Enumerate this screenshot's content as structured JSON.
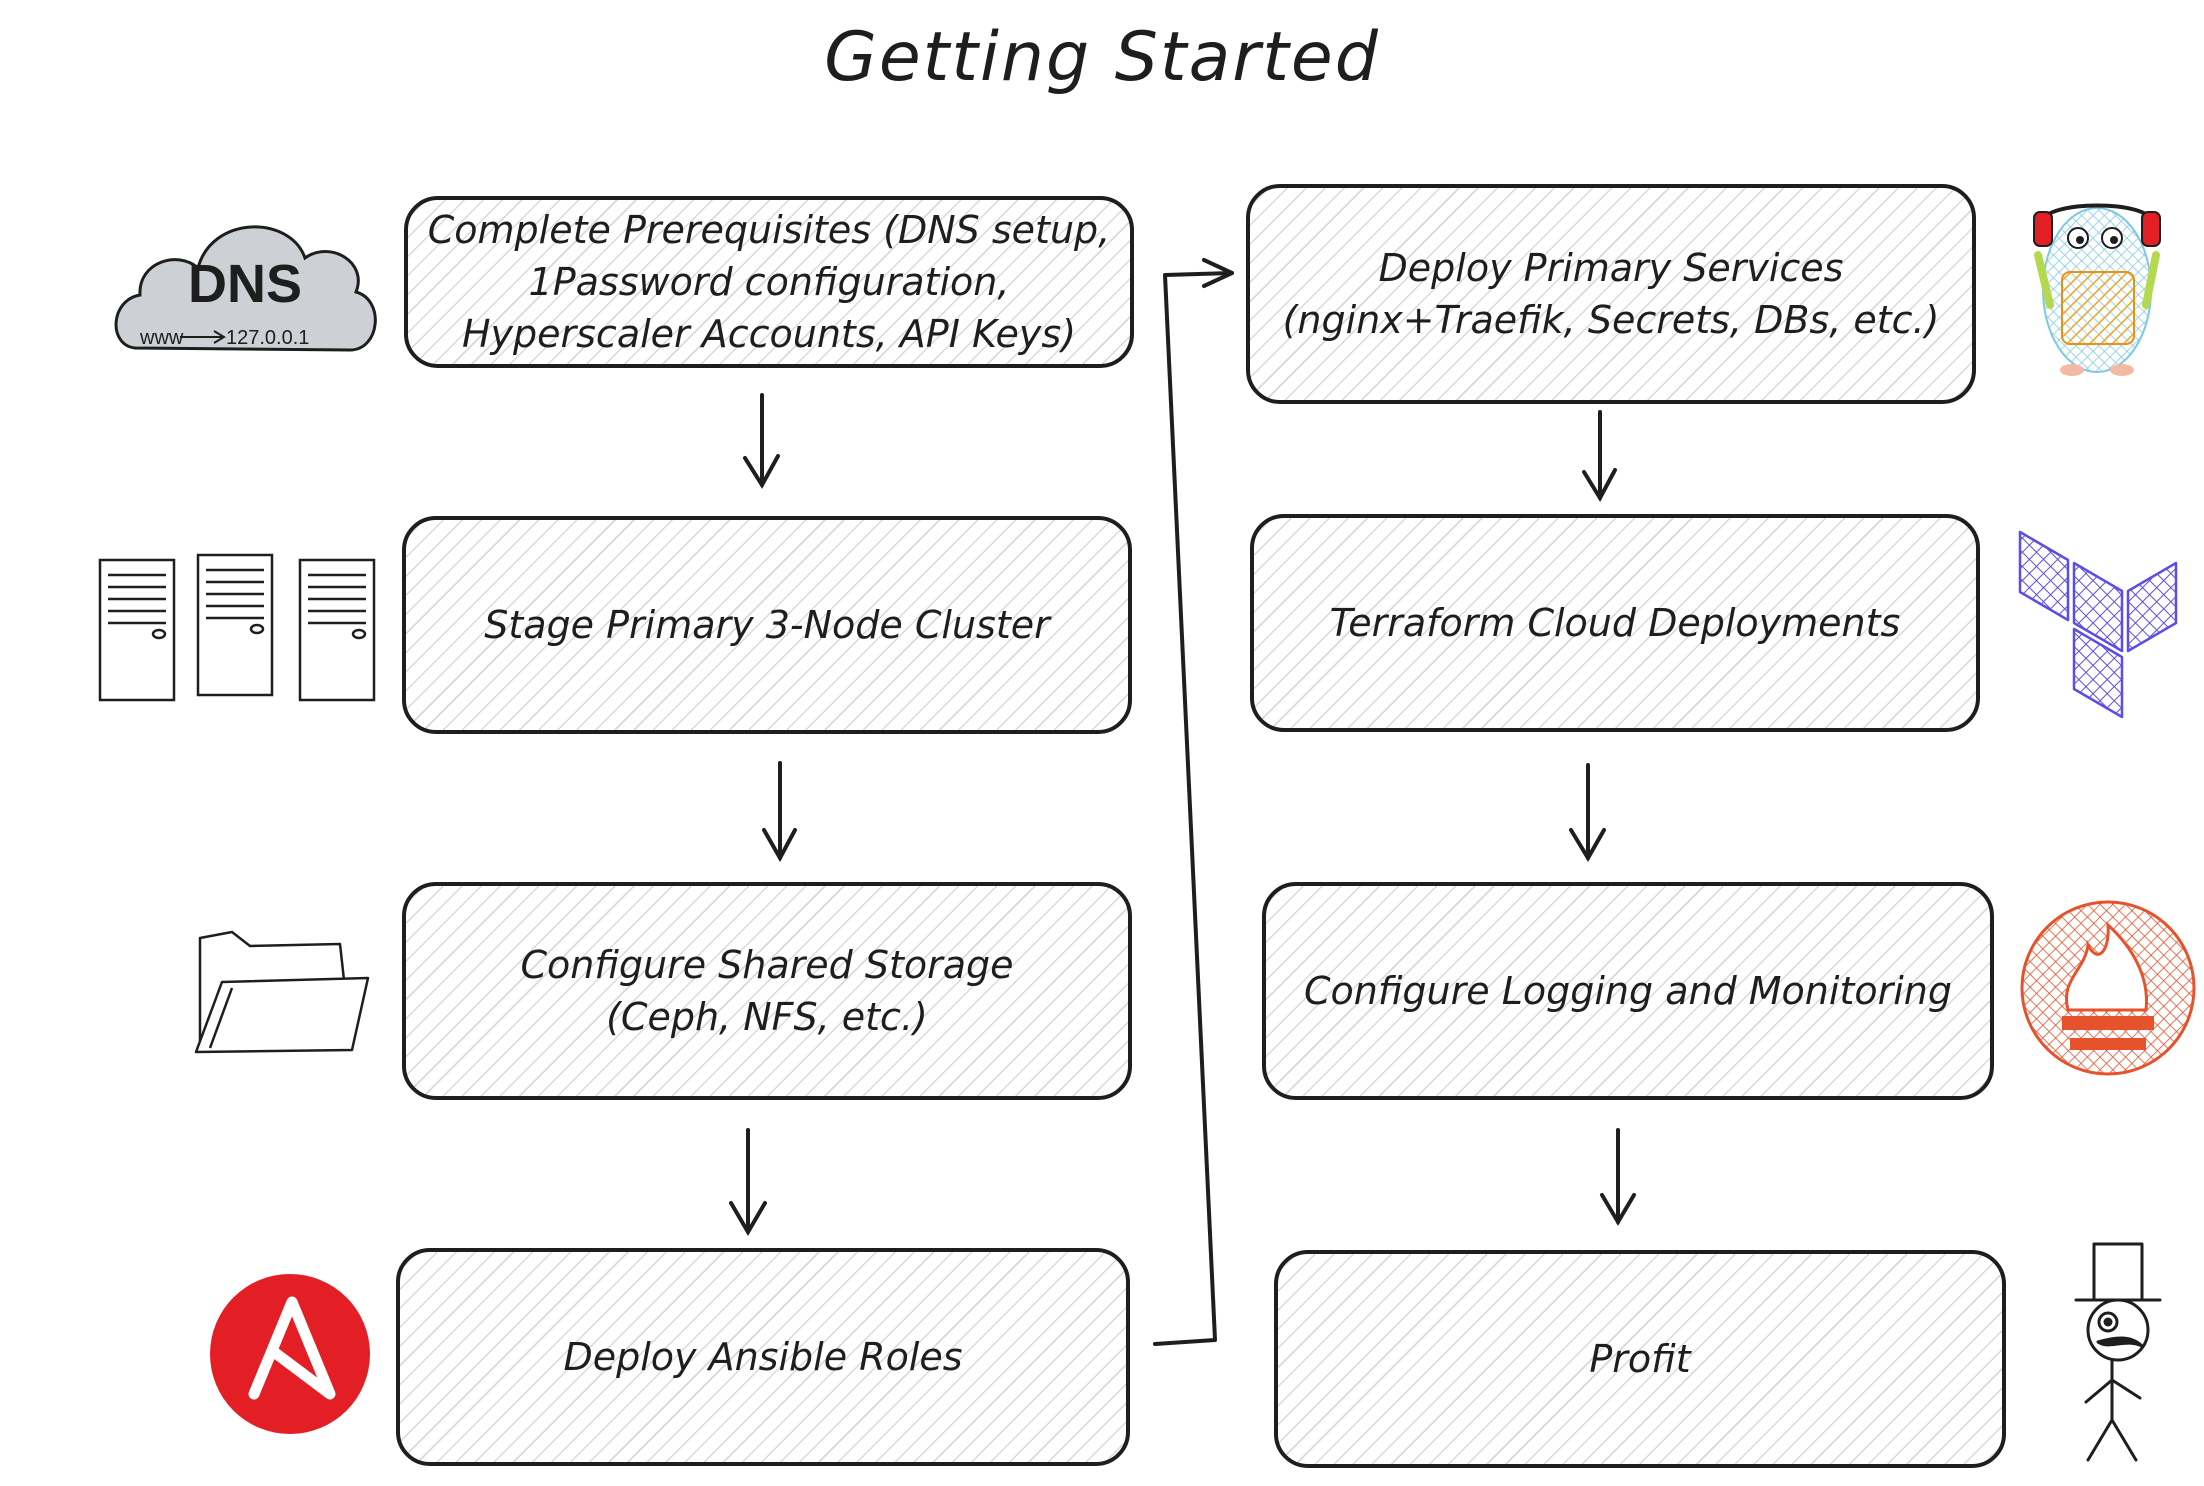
{
  "title": "Getting Started",
  "steps": [
    {
      "id": "prereq",
      "label": "Complete Prerequisites (DNS setup,\n1Password configuration,\nHyperscaler Accounts, API Keys)"
    },
    {
      "id": "cluster",
      "label": "Stage Primary 3-Node Cluster"
    },
    {
      "id": "storage",
      "label": "Configure Shared Storage\n(Ceph, NFS, etc.)"
    },
    {
      "id": "ansible",
      "label": "Deploy Ansible Roles"
    },
    {
      "id": "services",
      "label": "Deploy Primary Services\n(nginx+Traefik, Secrets, DBs, etc.)"
    },
    {
      "id": "terraform",
      "label": "Terraform Cloud Deployments"
    },
    {
      "id": "logging",
      "label": "Configure Logging and Monitoring"
    },
    {
      "id": "profit",
      "label": "Profit"
    }
  ],
  "icons": {
    "dns": {
      "name": "dns-cloud-icon",
      "title": "DNS",
      "caption_left": "www",
      "caption_right": "127.0.0.1"
    },
    "servers": {
      "name": "server-towers-icon"
    },
    "folder": {
      "name": "folder-icon"
    },
    "ansible": {
      "name": "ansible-logo",
      "letter": "A",
      "color": "#e41e25"
    },
    "gopher": {
      "name": "gopher-mascot-icon",
      "color": "#f5a623"
    },
    "terraform": {
      "name": "terraform-logo",
      "color": "#5c4ee5"
    },
    "prometheus": {
      "name": "prometheus-logo",
      "color": "#e6522c"
    },
    "monocle": {
      "name": "monopoly-man-icon"
    }
  },
  "colors": {
    "stroke": "#1e1e1e",
    "hatch": "#d9d9d9"
  }
}
